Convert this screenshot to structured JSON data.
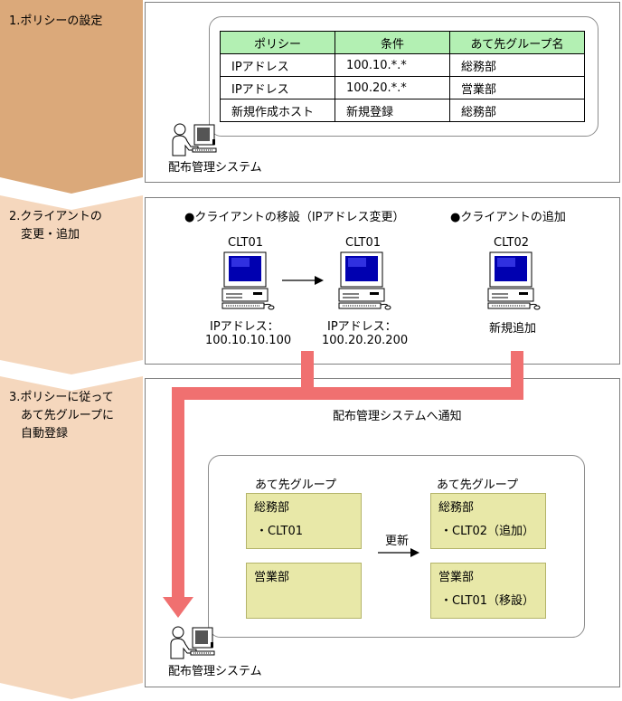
{
  "steps": [
    {
      "label": "1.ポリシーの設定",
      "color": "#dba97a"
    },
    {
      "label": "2.クライアントの\n　変更・追加",
      "color": "#f5d7bd"
    },
    {
      "label": "3.ポリシーに従って\n　あて先グループに\n　自動登録",
      "color": "#f5d7bd"
    }
  ],
  "policy_table": {
    "headers": [
      "ポリシー",
      "条件",
      "あて先グループ名"
    ],
    "rows": [
      [
        "IPアドレス",
        "100.10.*.*",
        "総務部"
      ],
      [
        "IPアドレス",
        "100.20.*.*",
        "営業部"
      ],
      [
        "新規作成ホスト",
        "新規登録",
        "総務部"
      ]
    ]
  },
  "system_label": "配布管理システム",
  "section2": {
    "move_heading": "●クライアントの移設（IPアドレス変更）",
    "add_heading": "●クライアントの追加",
    "pc1_name": "CLT01",
    "pc1_ip_label": "IPアドレス：",
    "pc1_ip": "100.10.10.100",
    "pc2_name": "CLT01",
    "pc2_ip_label": "IPアドレス：",
    "pc2_ip": "100.20.20.200",
    "pc3_name": "CLT02",
    "pc3_caption": "新規追加"
  },
  "section3": {
    "notify_label": "配布管理システムへ通知",
    "before_heading": "あて先グループ",
    "after_heading": "あて先グループ",
    "update_label": "更新",
    "before_groups": [
      {
        "name": "総務部",
        "item": "・CLT01"
      },
      {
        "name": "営業部",
        "item": ""
      }
    ],
    "after_groups": [
      {
        "name": "総務部",
        "item": "・CLT02（追加）"
      },
      {
        "name": "営業部",
        "item": "・CLT01（移設）"
      }
    ]
  },
  "colors": {
    "flow_arrow": "#f07070",
    "table_header": "#b3f0b3",
    "group_box": "#e8e8a8"
  }
}
